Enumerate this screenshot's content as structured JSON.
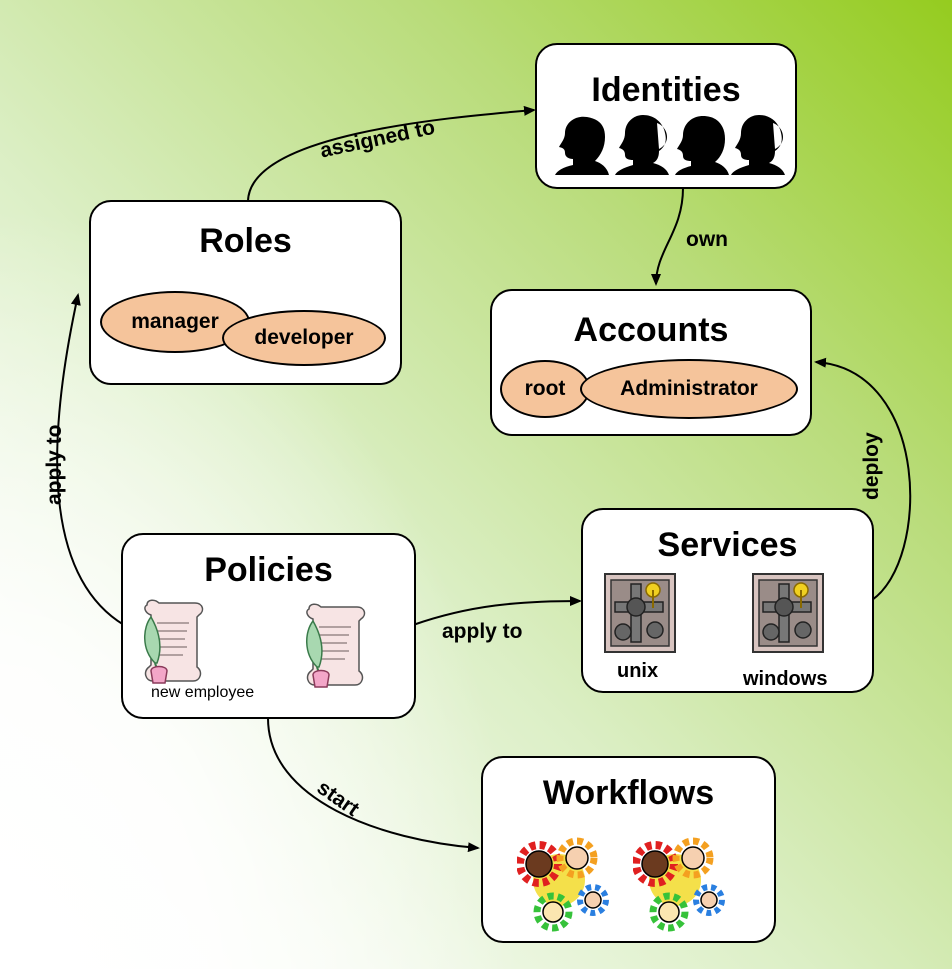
{
  "nodes": {
    "identities": {
      "title": "Identities"
    },
    "roles": {
      "title": "Roles",
      "items": [
        "manager",
        "developer"
      ]
    },
    "accounts": {
      "title": "Accounts",
      "items": [
        "root",
        "Administrator"
      ]
    },
    "policies": {
      "title": "Policies",
      "caption": "new employee"
    },
    "services": {
      "title": "Services",
      "items": [
        "unix",
        "windows"
      ]
    },
    "workflows": {
      "title": "Workflows"
    }
  },
  "edges": {
    "roles_identities": "assigned to",
    "identities_accounts": "own",
    "policies_roles": "apply to",
    "policies_services": "apply to",
    "services_accounts": "deploy",
    "policies_workflows": "start"
  },
  "icons": [
    "person-silhouette-icon",
    "scroll-quill-icon",
    "gear-machine-icon",
    "gear-people-icon"
  ],
  "colors": {
    "background": "#95cc1f",
    "pill": "#f5c49b",
    "gear_red": "#e02020",
    "gear_yellow": "#f4e04a",
    "gear_orange": "#f4a020",
    "gear_blue": "#2a7fe0",
    "gear_green": "#36c23a"
  }
}
